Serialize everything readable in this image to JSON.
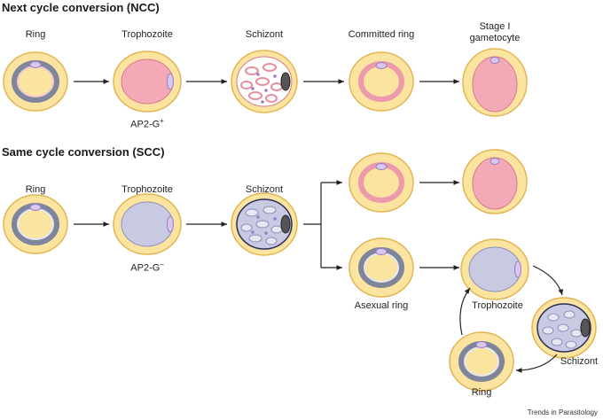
{
  "colors": {
    "host_cell": "#fbe3a0",
    "host_border": "#e3b552",
    "ncc_parasite": "#f4a9b6",
    "ncc_parasite_border": "#d77a8a",
    "scc_parasite": "#c8c9e2",
    "scc_parasite_border": "#8d8fb8",
    "ring_gray": "#8f96ad",
    "nucleus": "#d9c7ef",
    "nucleus_border": "#9a7cc2",
    "pigment": "#555555",
    "arrow": "#222222"
  },
  "ncc": {
    "heading": "Next cycle conversion (NCC)",
    "stages": [
      "Ring",
      "Trophozoite",
      "Schizont",
      "Committed ring",
      "Stage I gametocyte"
    ],
    "marker_base": "AP2-G",
    "marker_sign": "+"
  },
  "scc": {
    "heading": "Same cycle conversion (SCC)",
    "stages": [
      "Ring",
      "Trophozoite",
      "Schizont"
    ],
    "marker_base": "AP2-G",
    "marker_sign": "–",
    "asexual_ring": "Asexual ring",
    "cycle": [
      "Trophozoite",
      "Schizont",
      "Ring"
    ]
  },
  "credit": "Trends in Parasitology"
}
